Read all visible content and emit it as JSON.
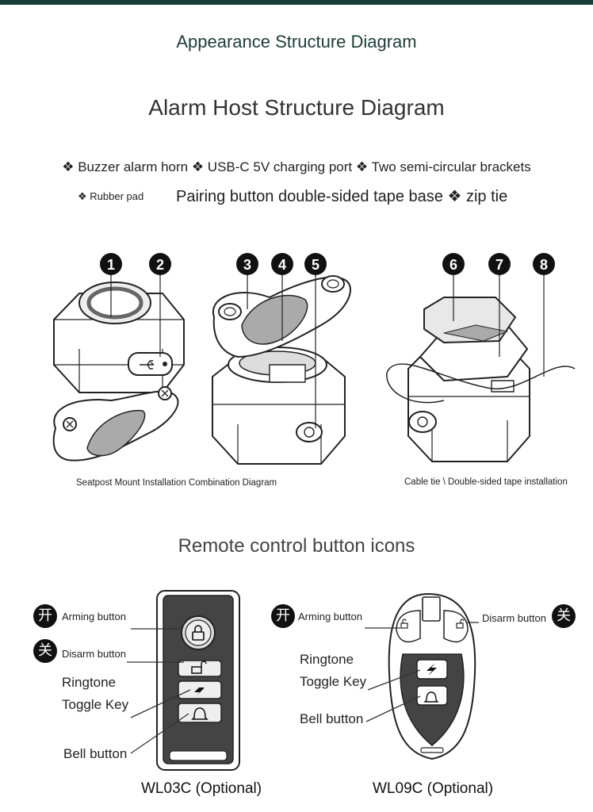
{
  "header": {
    "title": "Appearance Structure Diagram"
  },
  "host": {
    "title": "Alarm Host Structure Diagram",
    "parts_line1": "❖ Buzzer alarm horn ❖ USB-C 5V charging port ❖ Two semi-circular brackets",
    "parts_line2_small": "❖ Rubber pad",
    "parts_line2_large": "Pairing button double-sided tape base ❖ zip tie",
    "markers": [
      "1",
      "2",
      "3",
      "4",
      "5",
      "6",
      "7",
      "8"
    ],
    "caption_left": "Seatpost Mount Installation Combination Diagram",
    "caption_right": "Cable tie \\ Double-sided tape installation"
  },
  "remote": {
    "title": "Remote control button icons",
    "left": {
      "on_glyph": "开",
      "off_glyph": "关",
      "arming_label": "Arming button",
      "disarm_label": "Disarm button",
      "ringtone_line1": "Ringtone",
      "ringtone_line2": "Toggle Key",
      "bell_label": "Bell button",
      "model": "WL03C (Optional)"
    },
    "right": {
      "on_glyph": "开",
      "off_glyph": "关",
      "arming_label": "Arming button",
      "disarm_label": "Disarm button",
      "ringtone_line1": "Ringtone",
      "ringtone_line2": "Toggle Key",
      "bell_label": "Bell button",
      "model": "WL09C (Optional)"
    }
  },
  "colors": {
    "header_bar": "#183d36",
    "header_text": "#1d3c35",
    "marker_fill": "#111111"
  }
}
